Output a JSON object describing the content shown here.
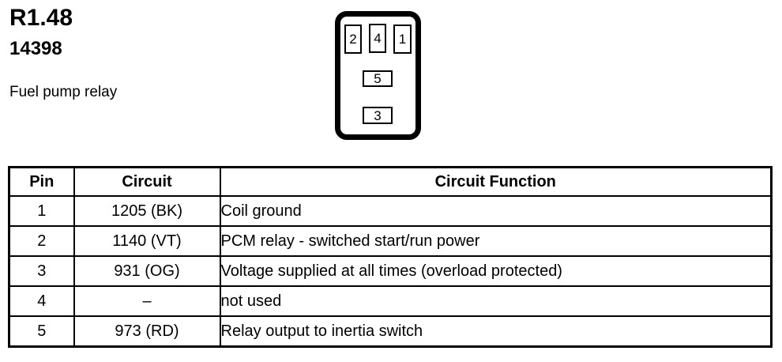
{
  "header": {
    "relay_id": "R1.48",
    "part_number": "14398",
    "description": "Fuel pump relay"
  },
  "connector": {
    "top_pins": [
      "2",
      "4",
      "1"
    ],
    "middle_pin": "5",
    "bottom_pin": "3"
  },
  "table": {
    "columns": [
      "Pin",
      "Circuit",
      "Circuit Function"
    ],
    "rows": [
      {
        "pin": "1",
        "circuit": "1205 (BK)",
        "function": "Coil ground"
      },
      {
        "pin": "2",
        "circuit": "1140 (VT)",
        "function": "PCM relay - switched start/run power"
      },
      {
        "pin": "3",
        "circuit": "931 (OG)",
        "function": "Voltage supplied at all times (overload protected)"
      },
      {
        "pin": "4",
        "circuit": "–",
        "function": "not used"
      },
      {
        "pin": "5",
        "circuit": "973 (RD)",
        "function": "Relay output to inertia switch"
      }
    ]
  },
  "colors": {
    "background": "#ffffff",
    "text": "#000000",
    "border": "#000000"
  }
}
